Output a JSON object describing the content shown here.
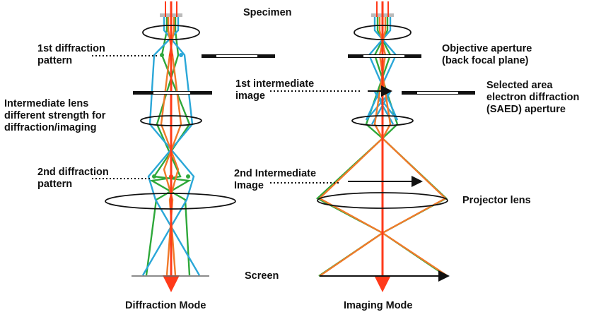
{
  "diagram": {
    "specimen": "Specimen",
    "left": {
      "first_diffraction": [
        "1st diffraction",
        "pattern"
      ],
      "intermediate_lens": [
        "Intermediate lens",
        "different strength for",
        "diffraction/imaging"
      ],
      "second_diffraction": [
        "2nd diffraction",
        "pattern"
      ],
      "mode": "Diffraction Mode"
    },
    "middle": {
      "first_intermediate": [
        "1st intermediate",
        "image"
      ],
      "second_intermediate": [
        "2nd Intermediate",
        "Image"
      ],
      "screen": "Screen"
    },
    "right": {
      "objective_aperture": [
        "Objective aperture",
        "(back focal plane)"
      ],
      "saed_aperture": [
        "Selected area",
        "electron diffraction",
        "(SAED) aperture"
      ],
      "projector_lens": "Projector lens",
      "mode": "Imaging Mode"
    }
  },
  "colors": {
    "red_ray": "#ff3a1a",
    "orange_ray": "#f07a2a",
    "green_ray": "#2ea83a",
    "blue_ray": "#2aa7d8",
    "lens": "#111111",
    "aperture": "#111111",
    "text": "#111111"
  }
}
